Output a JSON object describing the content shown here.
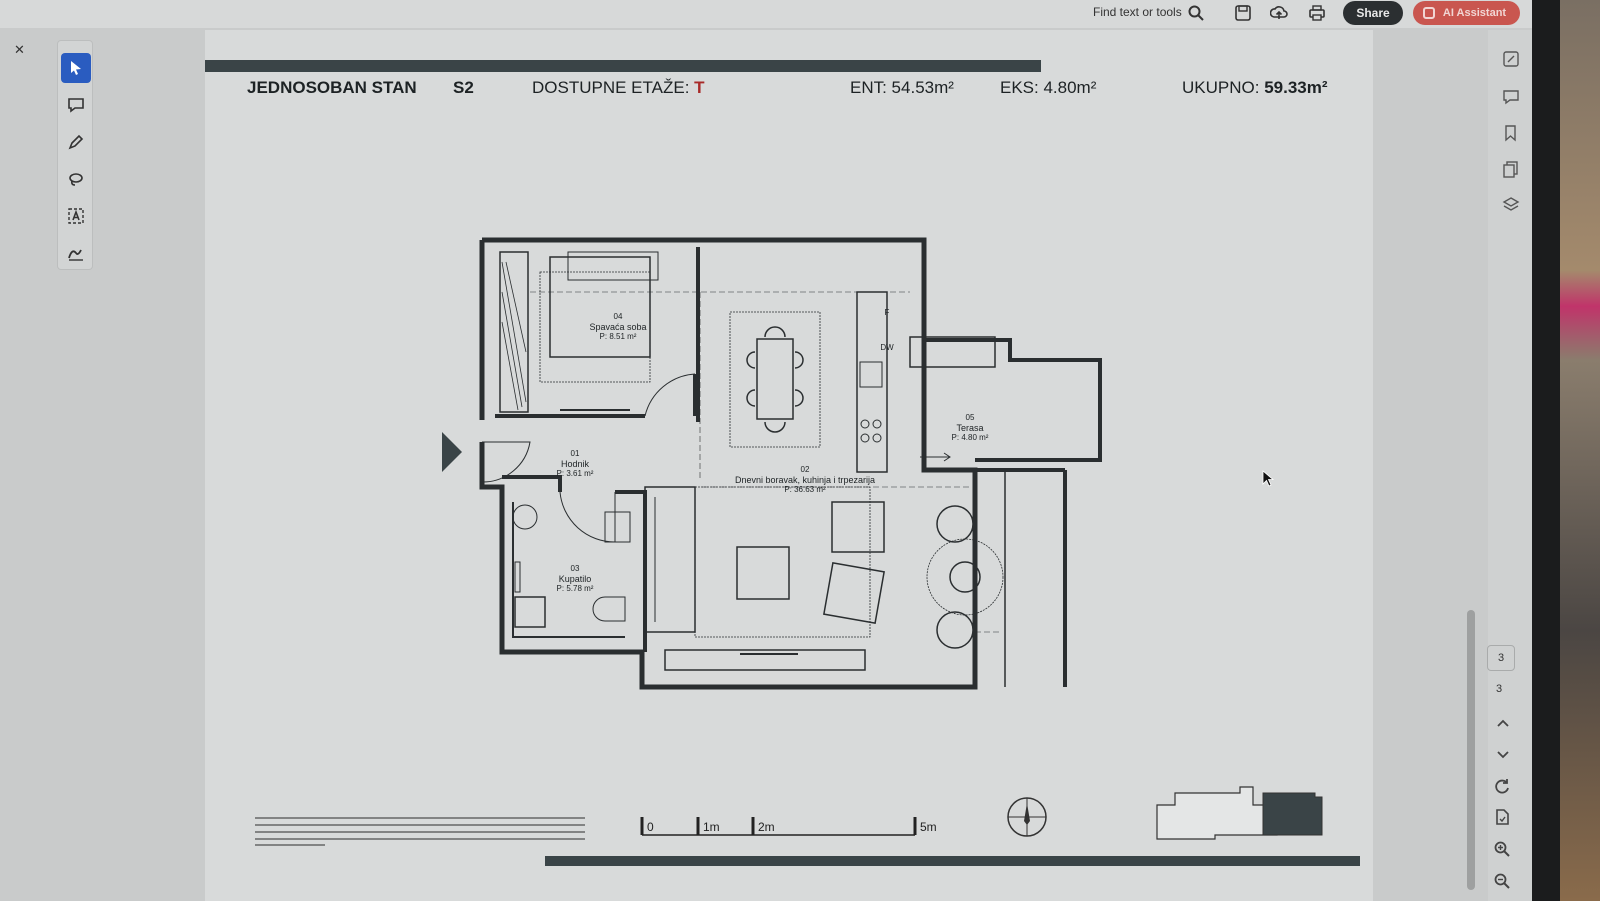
{
  "toolbar": {
    "find_label": "Find text or tools",
    "share_label": "Share",
    "ai_label": "AI Assistant"
  },
  "left_tools": [
    "select-icon",
    "comment-icon",
    "pen-icon",
    "lasso-icon",
    "text-recognize-icon",
    "sign-icon"
  ],
  "document": {
    "apartment_type": "JEDNOSOBAN STAN",
    "unit": "S2",
    "floors_label": "DOSTUPNE ETAŽE:",
    "floors_value": "T",
    "ent_label": "ENT: 54.53m²",
    "eks_label": "EKS: 4.80m²",
    "total_label": "UKUPNO:",
    "total_value": "59.33m²",
    "rooms": [
      {
        "num": "01",
        "name": "Hodnik",
        "area": "P: 3.61 m²"
      },
      {
        "num": "02",
        "name": "Dnevni boravak, kuhinja i trpezarija",
        "area": "P:",
        "area2": "36.63 m²"
      },
      {
        "num": "03",
        "name": "Kupatilo",
        "area": "P: 5.78 m²"
      },
      {
        "num": "04",
        "name": "Spavaća soba",
        "area": "P:",
        "area2": "8.51 m²"
      },
      {
        "num": "05",
        "name": "Terasa",
        "area": "P: 4.80 m²"
      }
    ],
    "kitchen_labels": [
      "F",
      "DW"
    ],
    "scale": [
      "0",
      "1m",
      "2m",
      "5m"
    ]
  },
  "sidebar": {
    "page_current": "3",
    "page_total": "3"
  }
}
